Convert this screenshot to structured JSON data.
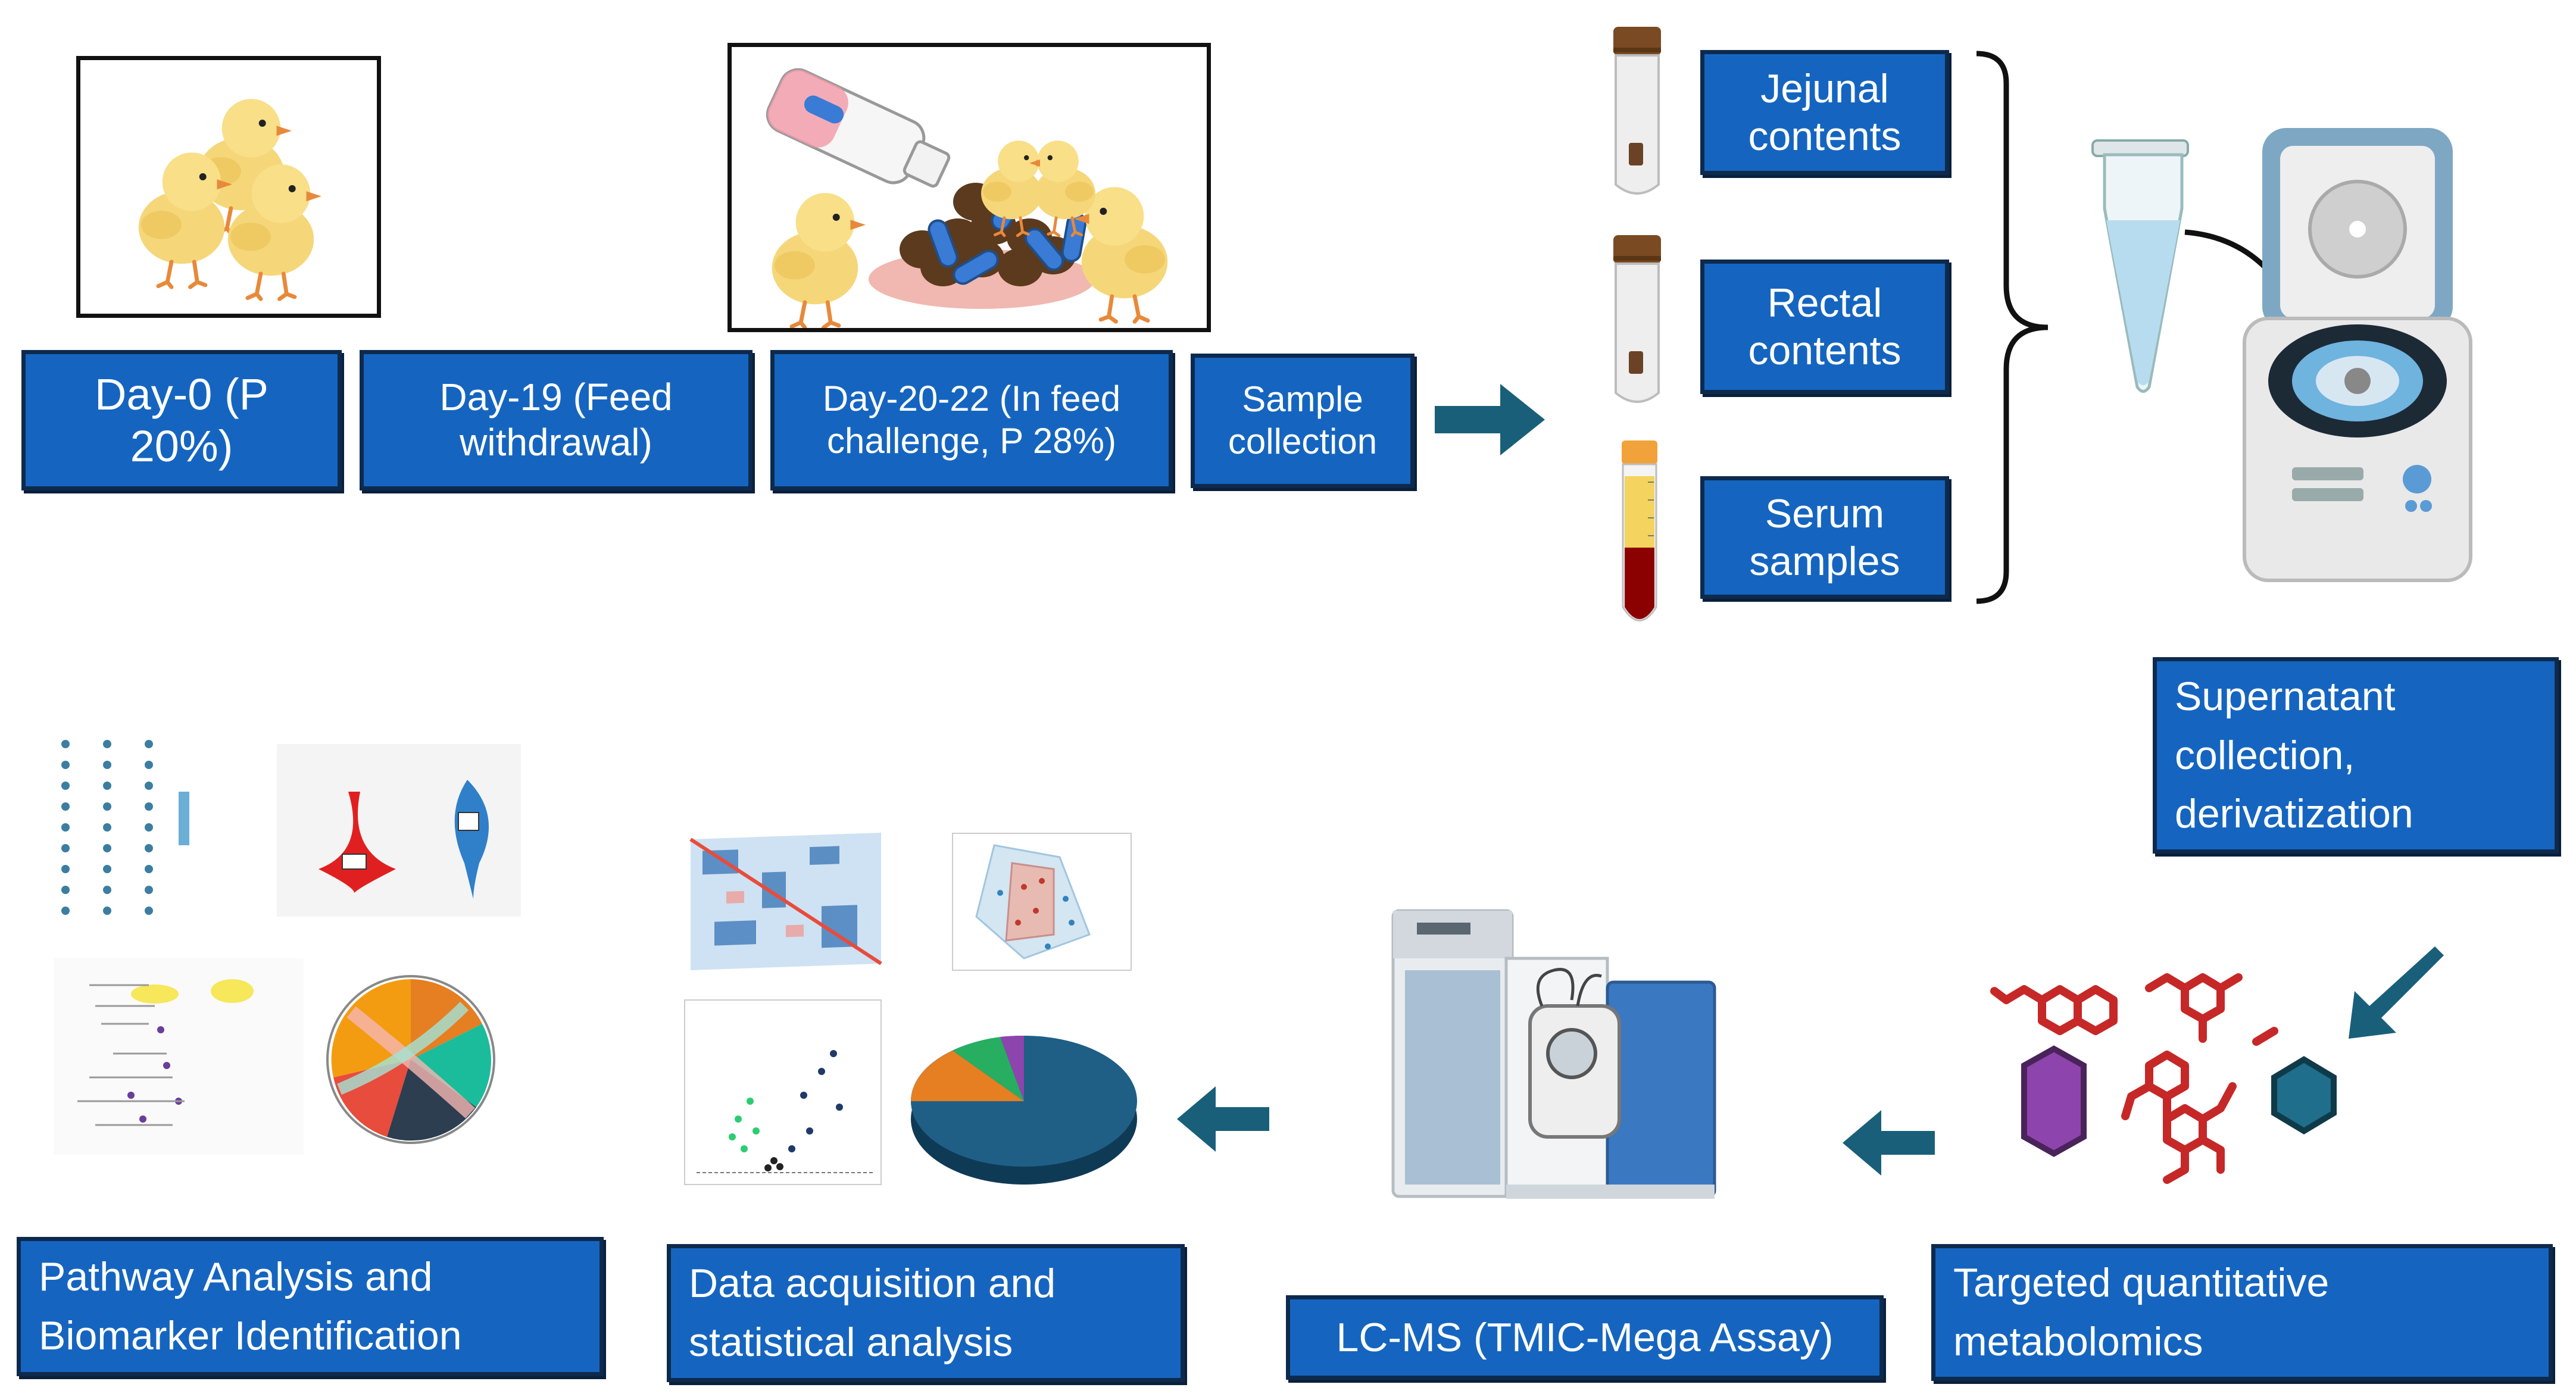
{
  "colors": {
    "box_fill": "#1565c0",
    "box_border": "#0d2a4d",
    "arrow": "#1a5f7a",
    "chick": "#f5d77a",
    "feed_pellet": "#5b3a1e",
    "probiotic_capsule": "#3a7bd5",
    "serum": "#8b0000",
    "metabolite_red": "#c62828",
    "metabolite_purple": "#8e44ad",
    "metabolite_teal": "#1f6e8c"
  },
  "timeline": {
    "day0": "Day-0 (P\n20%)",
    "day19": "Day-19 (Feed\nwithdrawal)",
    "day20": "Day-20-22 (In feed\nchallenge, P 28%)",
    "sample": "Sample\ncollection"
  },
  "samples": {
    "jejunal": "Jejunal\ncontents",
    "rectal": "Rectal\ncontents",
    "serum": "Serum\nsamples"
  },
  "steps": {
    "supernatant": "Supernatant\ncollection,\nderivatization",
    "targeted": "Targeted quantitative\nmetabolomics",
    "lcms": "LC-MS (TMIC-Mega Assay)",
    "data": "Data acquisition and\nstatistical analysis",
    "pathway": "Pathway Analysis and\nBiomarker Identification"
  },
  "icons": {
    "chicks": "chicks-illustration",
    "challenge": "chicks-feeding-illustration",
    "tube": "sample-tube-icon",
    "serum_tube": "serum-tube-icon",
    "microtube": "microcentrifuge-tube-icon",
    "centrifuge": "centrifuge-icon",
    "metabolites": "metabolite-structures-icon",
    "lcms": "lc-ms-instrument-icon",
    "stats": "statistics-plots-icon",
    "pathway": "pathway-plots-icon"
  }
}
